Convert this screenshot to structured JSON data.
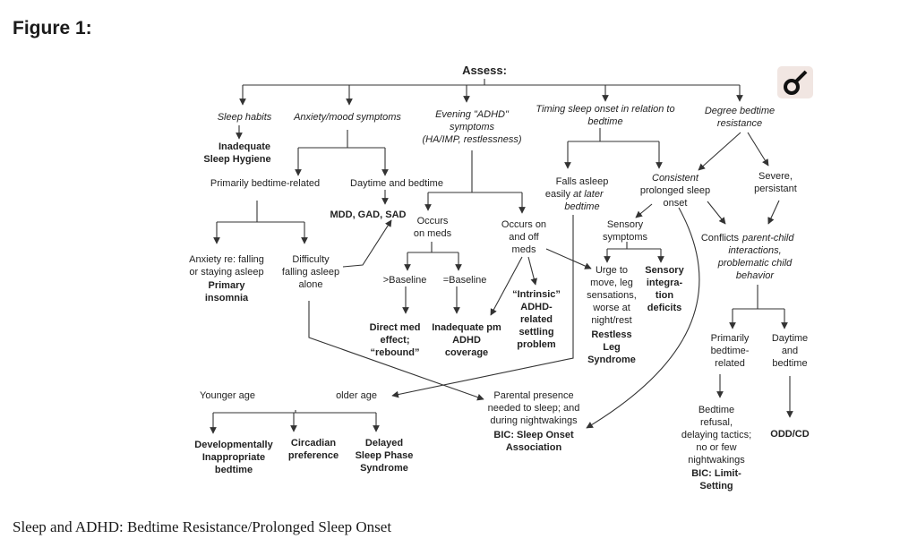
{
  "figure_heading": "Figure 1:",
  "caption": "Sleep and ADHD: Bedtime Resistance/Prolonged Sleep Onset",
  "diagram": {
    "root": "Assess:",
    "categories": {
      "sleep_habits": "Sleep habits",
      "anxiety_mood": "Anxiety/mood symptoms",
      "evening_adhd": [
        "Evening \"ADHD\"",
        "symptoms",
        "(HA/IMP, restlessness)"
      ],
      "timing_sleep_onset": [
        "Timing sleep onset in relation to",
        "bedtime"
      ],
      "degree_resistance": [
        "Degree bedtime",
        "resistance"
      ]
    },
    "nodes": {
      "inadequate_hygiene": [
        "Inadequate",
        "Sleep Hygiene"
      ],
      "primarily_bedtime_related": "Primarily bedtime-related",
      "daytime_and_bedtime": "Daytime and bedtime",
      "mdd_gad_sad": "MDD, GAD, SAD",
      "anxiety_re_falling": [
        "Anxiety re: falling",
        "or staying asleep"
      ],
      "primary_insomnia": [
        "Primary",
        "insomnia"
      ],
      "difficulty_falling_alone": [
        "Difficulty",
        "falling asleep",
        "alone"
      ],
      "occurs_on_meds": [
        "Occurs",
        "on meds"
      ],
      "occurs_on_off_meds": [
        "Occurs on",
        "and off",
        "meds"
      ],
      "gt_baseline": ">Baseline",
      "eq_baseline": "=Baseline",
      "direct_med_effect": [
        "Direct med",
        "effect;",
        "“rebound”"
      ],
      "inadequate_pm_coverage": [
        "Inadequate pm",
        "ADHD",
        "coverage"
      ],
      "intrinsic_adhd": [
        "“Intrinsic”",
        "ADHD-",
        "related",
        "settling",
        "problem"
      ],
      "falls_asleep_later": [
        "Falls asleep",
        "easily",
        "at later",
        "bedtime"
      ],
      "consistent_prolonged": [
        "Consistent",
        "prolonged sleep",
        "onset"
      ],
      "severe_persistent": [
        "Severe,",
        "persistant"
      ],
      "sensory_symptoms": [
        "Sensory",
        "symptoms"
      ],
      "urge_to_move": [
        "Urge to",
        "move, leg",
        "sensations,",
        "worse at",
        "night/rest"
      ],
      "restless_leg": [
        "Restless",
        "Leg",
        "Syndrome"
      ],
      "sensory_integration": [
        "Sensory",
        "integra-",
        "tion",
        "deficits"
      ],
      "conflicts": [
        "Conflicts",
        "parent-child",
        "interactions,",
        "problematic child",
        "behavior"
      ],
      "primarily_bedtime_related_2": [
        "Primarily",
        "bedtime-",
        "related"
      ],
      "daytime_and_bedtime_2": [
        "Daytime",
        "and",
        "bedtime"
      ],
      "bedtime_refusal": [
        "Bedtime",
        "refusal,",
        "delaying tactics;",
        "no or few",
        "nightwakings"
      ],
      "bic_limit_setting": [
        "BIC: Limit-",
        "Setting"
      ],
      "odd_cd": "ODD/CD",
      "younger_age": "Younger age",
      "older_age": "older age",
      "parental_presence": [
        "Parental presence",
        "needed to sleep; and",
        "during nightwakings"
      ],
      "bic_sleep_onset": [
        "BIC: Sleep Onset",
        "Association"
      ],
      "developmentally_inappropriate": [
        "Developmentally",
        "Inappropriate",
        "bedtime"
      ],
      "circadian_preference": [
        "Circadian",
        "preference"
      ],
      "delayed_sleep_phase": [
        "Delayed",
        "Sleep Phase",
        "Syndrome"
      ]
    }
  }
}
